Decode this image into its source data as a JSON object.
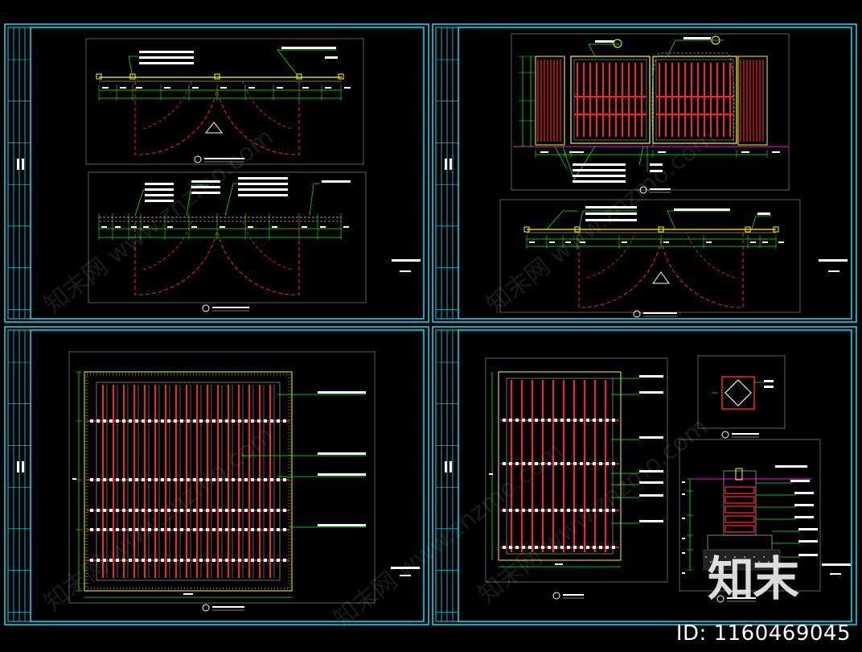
{
  "viewer": {
    "background": "#000000",
    "frame_color": "#00e5ff",
    "annotation_color": "#ffffff",
    "dimension_color": "#00ff00",
    "detail_color": "#ff2020",
    "accent_color": "#ffff00",
    "outline_color": "#a0a0a0",
    "section_color": "#ff00ff"
  },
  "sheets": [
    {
      "id": "sheet-1",
      "content": "door-plan-pair"
    },
    {
      "id": "sheet-2",
      "content": "gate-elevation-and-plan"
    },
    {
      "id": "sheet-3",
      "content": "panel-grid-large"
    },
    {
      "id": "sheet-4",
      "content": "panel-grid-details"
    }
  ],
  "watermark": {
    "site_text": "知末网 www.znzmo.com",
    "brand_text": "知末",
    "id_text": "ID: 1160469045"
  }
}
